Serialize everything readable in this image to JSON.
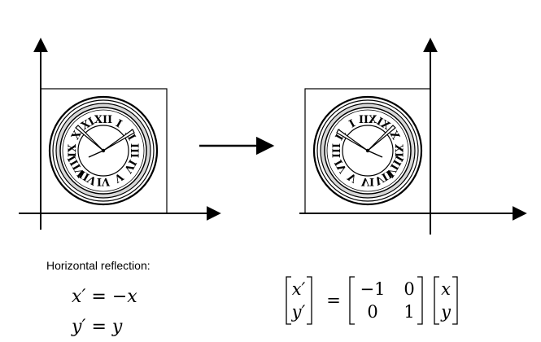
{
  "caption": "Horizontal reflection:",
  "equations": {
    "x_eq": {
      "lhs": "x′",
      "op": "=",
      "rhs": "−x"
    },
    "y_eq": {
      "lhs": "y′",
      "op": "=",
      "rhs": "y"
    }
  },
  "matrix_equation": {
    "lhs_vector": [
      "x′",
      "y′"
    ],
    "equals": "=",
    "matrix": [
      [
        "−1",
        "0"
      ],
      [
        "0",
        "1"
      ]
    ],
    "rhs_vector": [
      "x",
      "y"
    ]
  },
  "clock": {
    "numerals": [
      "XII",
      "I",
      "II",
      "III",
      "IV",
      "V",
      "VI",
      "VII",
      "VIII",
      "IX",
      "X",
      "XI"
    ]
  },
  "colors": {
    "ink": "#000000",
    "paper": "#ffffff"
  },
  "icons": {
    "transform_arrow": "right-arrow-icon"
  }
}
